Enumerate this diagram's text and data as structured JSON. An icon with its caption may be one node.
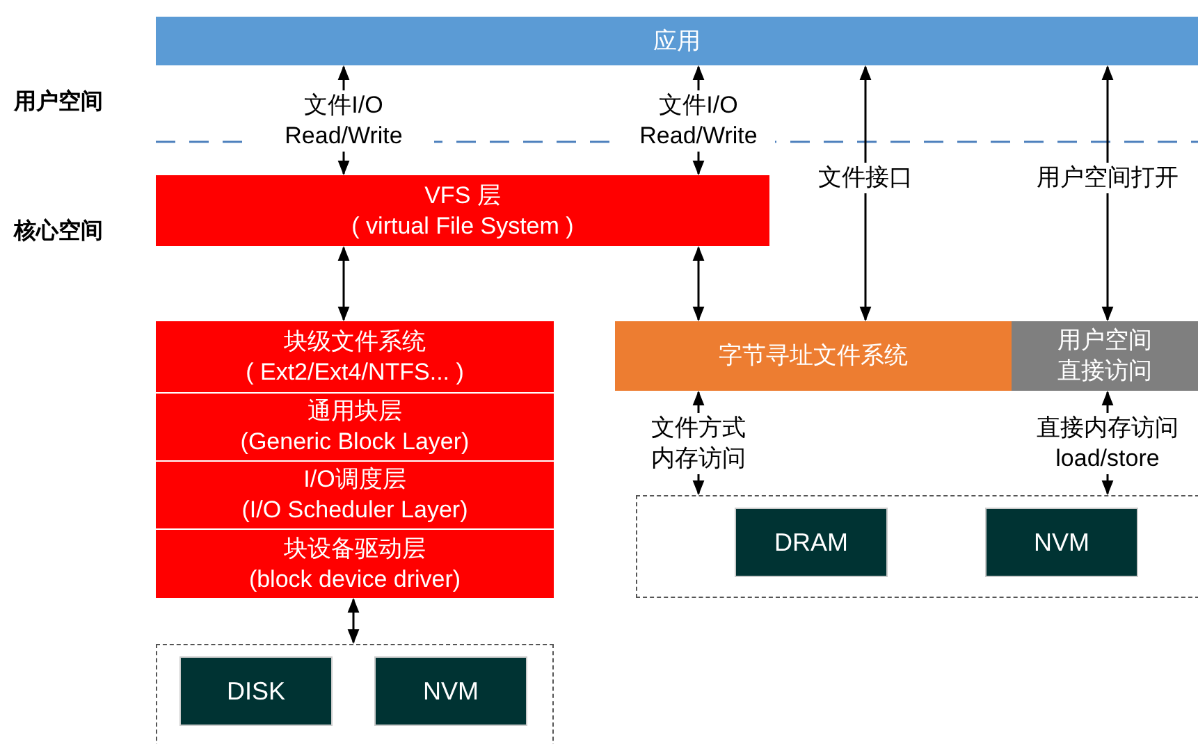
{
  "diagram": {
    "nodes": [
      {
        "text": [
          "应用"
        ]
      },
      {
        "text": [
          "VFS 层",
          "( virtual File System )"
        ]
      },
      {
        "text": [
          "块级文件系统",
          "( Ext2/Ext4/NTFS... )"
        ]
      },
      {
        "text": [
          "通用块层",
          "(Generic Block Layer)"
        ]
      },
      {
        "text": [
          "I/O调度层",
          "(I/O Scheduler Layer)"
        ]
      },
      {
        "text": [
          "块设备驱动层",
          "(block device driver)"
        ]
      },
      {
        "text": [],
        "shape": "box"
      },
      {
        "text": [
          "DISK"
        ],
        "in": 6
      },
      {
        "text": [
          "NVM"
        ],
        "in": 6
      },
      {
        "text": [
          "字节寻址文件系统"
        ]
      },
      {
        "text": [
          "用户空间直接访问"
        ]
      },
      {
        "text": [],
        "shape": "box"
      },
      {
        "text": [
          "DRAM"
        ],
        "in": 11
      },
      {
        "text": [
          "NVM"
        ],
        "in": 11
      }
    ],
    "edges": [
      {
        "from": 0,
        "to": 1,
        "arrow": "both",
        "label": "文件I/O Read/Write"
      },
      {
        "from": 0,
        "to": 1,
        "arrow": "both",
        "label": "文件I/O Read/Write"
      },
      {
        "from": 1,
        "to": 2,
        "arrow": "both"
      },
      {
        "from": 1,
        "to": 9,
        "arrow": "both"
      },
      {
        "from": 0,
        "to": 9,
        "arrow": "both",
        "label": "文件接口"
      },
      {
        "from": 0,
        "to": 10,
        "arrow": "both",
        "label": "用户空间打开"
      },
      {
        "from": 5,
        "to": 6,
        "arrow": "both"
      },
      {
        "from": 9,
        "to": 11,
        "arrow": "both",
        "label": "文件方式内存访问"
      },
      {
        "from": 10,
        "to": 11,
        "arrow": "both",
        "label": "直接内存访问 load/store"
      }
    ],
    "labels": [
      "用户空间",
      "核心空间"
    ]
  }
}
